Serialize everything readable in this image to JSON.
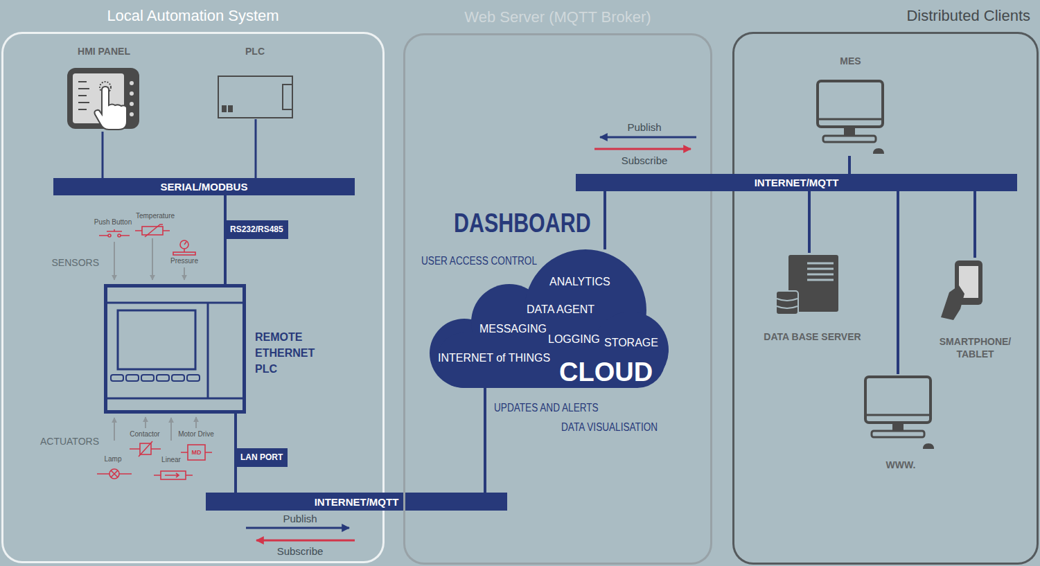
{
  "diagram": {
    "nodes": [
      {
        "text": [
          "Local Automation System"
        ]
      },
      {
        "text": [
          "HMI PANEL"
        ],
        "in": 0
      },
      {
        "text": [
          "PLC"
        ],
        "in": 0
      },
      {
        "text": [
          "SERIAL/MODBUS"
        ],
        "in": 0
      },
      {
        "text": [
          "REMOTE ETHERNET PLC"
        ],
        "in": 0
      },
      {
        "text": [
          "INTERNET/MQTT"
        ]
      },
      {
        "text": [
          "Web Server (MQTT Broker)"
        ]
      },
      {
        "text": [
          "ANALYTICS",
          "DATA AGENT",
          "MESSAGING",
          "LOGGING",
          "STORAGE",
          "INTERNET of THINGS",
          "CLOUD"
        ],
        "in": 6
      },
      {
        "text": [
          "Distributed Clients"
        ]
      },
      {
        "text": [
          "INTERNET/MQTT"
        ]
      },
      {
        "text": [
          "MES"
        ],
        "in": 8
      },
      {
        "text": [
          "DATA BASE SERVER"
        ],
        "in": 8
      },
      {
        "text": [
          "WWW."
        ],
        "in": 8
      },
      {
        "text": [
          "SMARTPHONE/ TABLET"
        ],
        "in": 8
      }
    ],
    "edges": [
      {
        "from": 1,
        "to": 3,
        "arrow": "none"
      },
      {
        "from": 2,
        "to": 3,
        "arrow": "none"
      },
      {
        "from": 3,
        "to": 4,
        "label": "RS232/RS485",
        "arrow": "none"
      },
      {
        "from": 4,
        "to": 5,
        "label": "LAN PORT",
        "arrow": "none"
      },
      {
        "from": 7,
        "to": 5,
        "arrow": "none"
      },
      {
        "from": 7,
        "to": 9,
        "arrow": "none"
      },
      {
        "from": 9,
        "to": 10,
        "arrow": "none"
      },
      {
        "from": 9,
        "to": 11,
        "arrow": "none"
      },
      {
        "from": 9,
        "to": 12,
        "arrow": "none"
      },
      {
        "from": 9,
        "to": 13,
        "arrow": "none"
      }
    ],
    "labels": [
      "DASHBOARD",
      "USER ACCESS CONTROL",
      "UPDATES AND ALERTS",
      "DATA VISUALISATION",
      "Publish",
      "Subscribe",
      "Publish",
      "Subscribe",
      "SENSORS",
      "Push Button",
      "Temperature",
      "Pressure",
      "ACTUATORS",
      "Contactor",
      "Motor Drive",
      "Lamp",
      "Linear",
      "MD"
    ]
  }
}
